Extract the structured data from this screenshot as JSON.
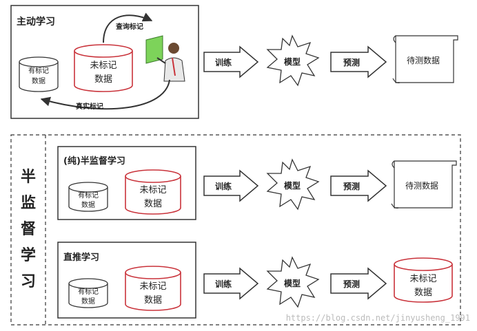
{
  "active_learning": {
    "title": "主动学习",
    "labeled_db": [
      "有标记",
      "数据"
    ],
    "unlabeled_db": [
      "未标记",
      "数据"
    ],
    "query_label": "查询标记",
    "true_label": "真实标记",
    "train": "训练",
    "model": "模型",
    "predict": "预测",
    "target": [
      "待测数据"
    ]
  },
  "semi_supervised": {
    "side_title": [
      "半",
      "监",
      "督",
      "学",
      "习"
    ],
    "pure": {
      "title": "(纯)半监督学习",
      "labeled_db": [
        "有标记",
        "数据"
      ],
      "unlabeled_db": [
        "未标记",
        "数据"
      ],
      "train": "训练",
      "model": "模型",
      "predict": "预测",
      "target": [
        "待测数据"
      ]
    },
    "transductive": {
      "title": "直推学习",
      "labeled_db": [
        "有标记",
        "数据"
      ],
      "unlabeled_db": [
        "未标记",
        "数据"
      ],
      "train": "训练",
      "model": "模型",
      "predict": "预测",
      "target": [
        "未标记",
        "数据"
      ]
    }
  },
  "watermark": "https://blog.csdn.net/jinyusheng_1991",
  "colors": {
    "ink": "#222222",
    "red": "#c9323a",
    "gray": "#777777"
  }
}
